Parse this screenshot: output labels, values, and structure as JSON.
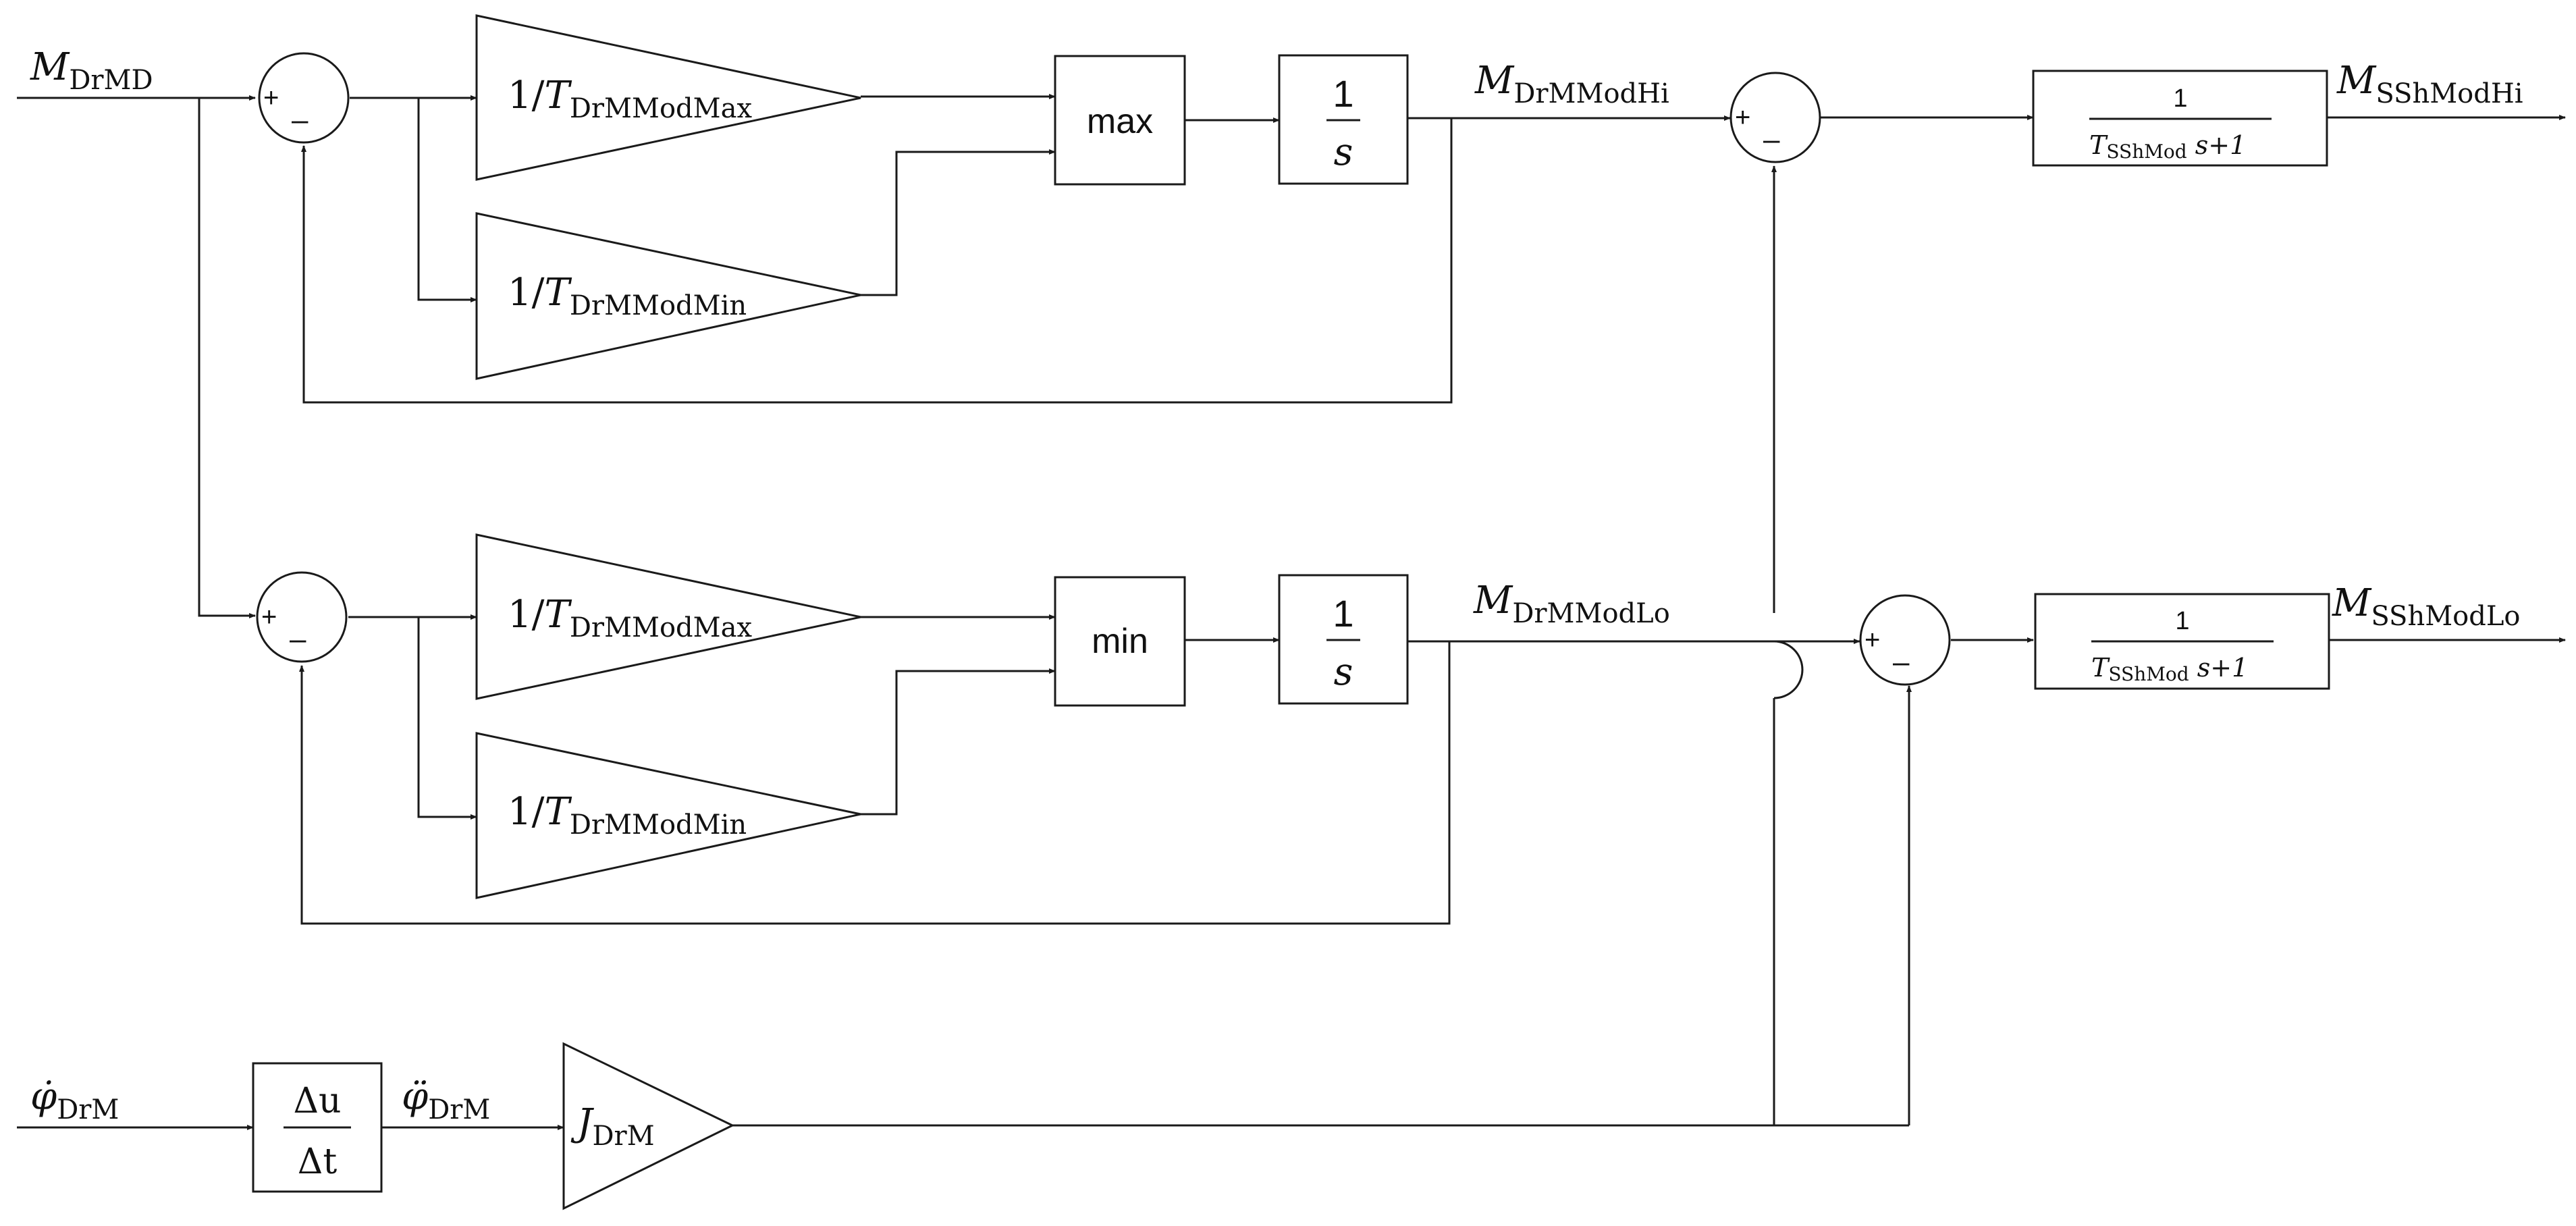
{
  "signals": {
    "m_drmd": {
      "symbol": "M",
      "sub": "DrMD"
    },
    "m_drmmodhi": {
      "symbol": "M",
      "sub": "DrMModHi"
    },
    "m_drmmodlo": {
      "symbol": "M",
      "sub": "DrMModLo"
    },
    "m_sshmodhi": {
      "symbol": "M",
      "sub": "SShModHi"
    },
    "m_sshmodlo": {
      "symbol": "M",
      "sub": "SShModLo"
    },
    "phi_dot_drm": {
      "symbol": "φ̇",
      "sub": "DrM"
    },
    "phi_ddot_drm": {
      "symbol": "φ̈",
      "sub": "DrM"
    }
  },
  "gains": {
    "inv_t_max": {
      "prefix": "1/",
      "symbol": "T",
      "sub": "DrMModMax"
    },
    "inv_t_min": {
      "prefix": "1/",
      "symbol": "T",
      "sub": "DrMModMin"
    },
    "j_drm": {
      "symbol": "J",
      "sub": "DrM"
    }
  },
  "blocks": {
    "max_label": "max",
    "min_label": "min",
    "integrator": {
      "num": "1",
      "den": "s"
    },
    "pt1": {
      "num": "1",
      "den_symbol": "T",
      "den_sub": "SShMod",
      "den_rest": " s+1"
    },
    "differentiator": {
      "num": "Δu",
      "den": "Δt"
    }
  },
  "summing": {
    "plus": "+",
    "minus": "–"
  }
}
